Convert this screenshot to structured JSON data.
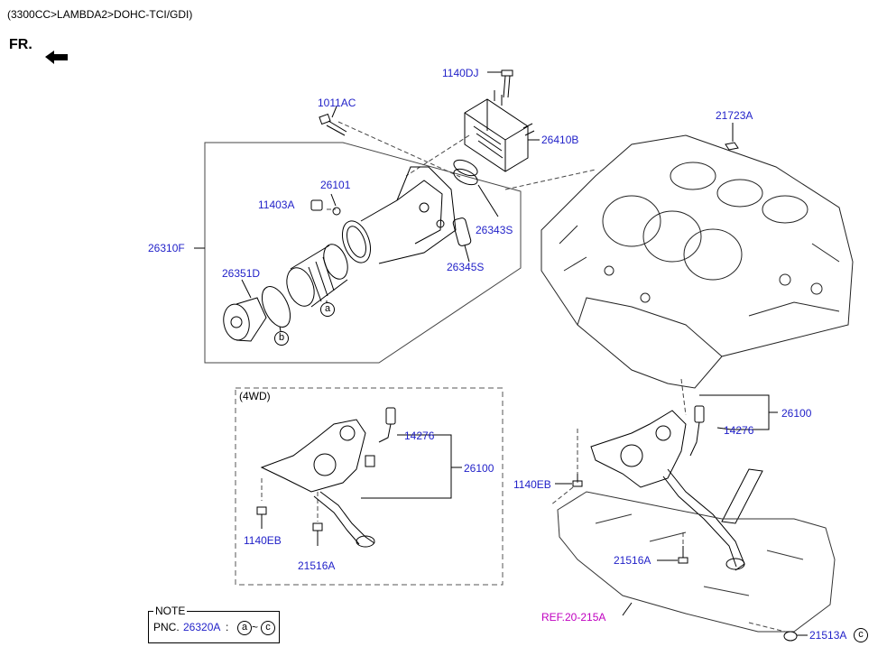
{
  "header": {
    "engine_path": "(3300CC>LAMBDA2>DOHC-TCI/GDI)",
    "front_marker": "FR."
  },
  "callouts": {
    "c1140DJ": "1140DJ",
    "c1011AC": "1011AC",
    "c26410B": "26410B",
    "c21723A": "21723A",
    "c26101": "26101",
    "c11403A": "11403A",
    "c26343S": "26343S",
    "c26310F": "26310F",
    "c26345S": "26345S",
    "c26351D": "26351D",
    "c14276_left": "14276",
    "c26100_left": "26100",
    "c1140EB_left": "1140EB",
    "c21516A_left": "21516A",
    "c26100_right": "26100",
    "c14276_right": "14276",
    "c1140EB_right": "1140EB",
    "c21516A_right": "21516A",
    "c21513A": "21513A",
    "ref": "REF.20-215A"
  },
  "variant_box": {
    "label": "(4WD)"
  },
  "circled_letters": {
    "a": "a",
    "b": "b",
    "c_note_a": "a",
    "c_note_c": "c",
    "c_21513": "c"
  },
  "note": {
    "title": "NOTE",
    "pnc_prefix": "PNC.",
    "pnc_code": "26320A",
    "colon": " :",
    "tilde": "~"
  },
  "colors": {
    "callout": "#1f1fc8",
    "reference": "#c000c0",
    "line": "#000000"
  }
}
